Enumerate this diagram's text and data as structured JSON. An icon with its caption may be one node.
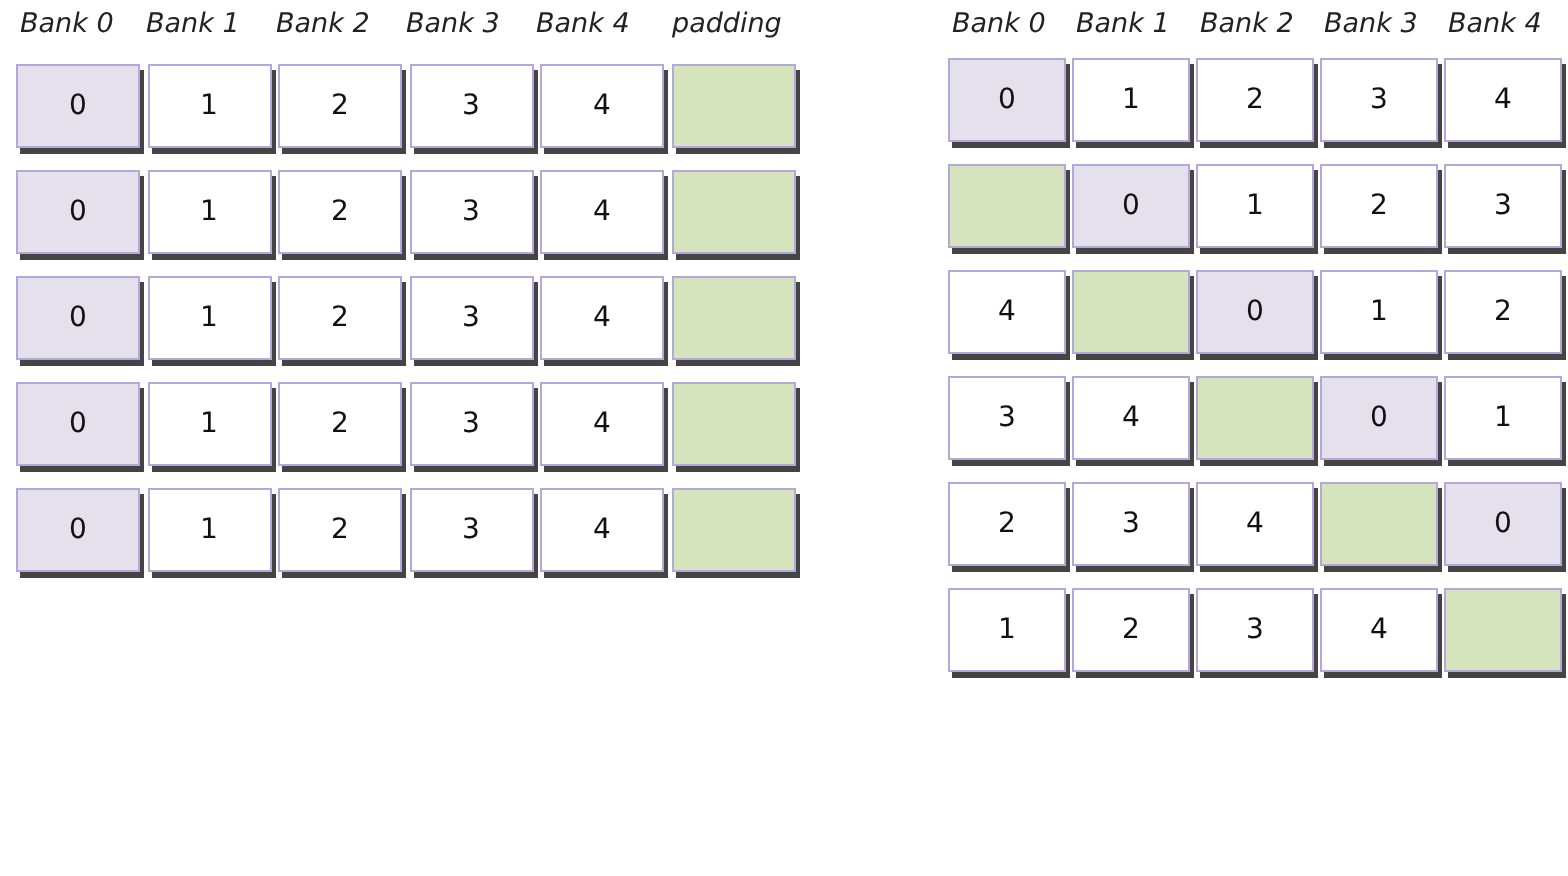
{
  "diagram": {
    "nodes": [
      {
        "text": [
          "0"
        ]
      },
      {
        "text": [
          "1"
        ]
      },
      {
        "text": [
          "2"
        ]
      },
      {
        "text": [
          "3"
        ]
      },
      {
        "text": [
          "4"
        ]
      },
      {
        "text": [],
        "shape": "box"
      },
      {
        "text": [
          "0"
        ]
      },
      {
        "text": [
          "1"
        ]
      },
      {
        "text": [
          "2"
        ]
      },
      {
        "text": [
          "3"
        ]
      },
      {
        "text": [
          "4"
        ]
      },
      {
        "text": [],
        "shape": "box"
      },
      {
        "text": [
          "0"
        ]
      },
      {
        "text": [
          "1"
        ]
      },
      {
        "text": [
          "2"
        ]
      },
      {
        "text": [
          "3"
        ]
      },
      {
        "text": [
          "4"
        ]
      },
      {
        "text": [],
        "shape": "box"
      },
      {
        "text": [
          "0"
        ]
      },
      {
        "text": [
          "1"
        ]
      },
      {
        "text": [
          "2"
        ]
      },
      {
        "text": [
          "3"
        ]
      },
      {
        "text": [
          "4"
        ]
      },
      {
        "text": [],
        "shape": "box"
      },
      {
        "text": [
          "0"
        ]
      },
      {
        "text": [
          "1"
        ]
      },
      {
        "text": [
          "2"
        ]
      },
      {
        "text": [
          "3"
        ]
      },
      {
        "text": [
          "4"
        ]
      },
      {
        "text": [],
        "shape": "box"
      },
      {
        "text": [
          "0"
        ]
      },
      {
        "text": [
          "1"
        ]
      },
      {
        "text": [
          "2"
        ]
      },
      {
        "text": [
          "3"
        ]
      },
      {
        "text": [
          "4"
        ]
      },
      {
        "text": [],
        "shape": "box"
      },
      {
        "text": [
          "0"
        ]
      },
      {
        "text": [
          "1"
        ]
      },
      {
        "text": [
          "2"
        ]
      },
      {
        "text": [
          "3"
        ]
      },
      {
        "text": [
          "4"
        ]
      },
      {
        "text": [],
        "shape": "box"
      },
      {
        "text": [
          "0"
        ]
      },
      {
        "text": [
          "1"
        ]
      },
      {
        "text": [
          "2"
        ]
      },
      {
        "text": [
          "3"
        ]
      },
      {
        "text": [
          "4"
        ]
      },
      {
        "text": [],
        "shape": "box"
      },
      {
        "text": [
          "0"
        ]
      },
      {
        "text": [
          "1"
        ]
      },
      {
        "text": [
          "2"
        ]
      },
      {
        "text": [
          "3"
        ]
      },
      {
        "text": [
          "4"
        ]
      },
      {
        "text": [],
        "shape": "box"
      },
      {
        "text": [
          "0"
        ]
      },
      {
        "text": [
          "1"
        ]
      },
      {
        "text": [
          "2"
        ]
      },
      {
        "text": [
          "3"
        ]
      },
      {
        "text": [
          "4"
        ]
      },
      {
        "text": [],
        "shape": "box"
      }
    ],
    "labels": [
      "Bank 0",
      "Bank 1",
      "Bank 2",
      "Bank 3",
      "Bank 4",
      "padding",
      "Bank 0",
      "Bank 1",
      "Bank 2",
      "Bank 3",
      "Bank 4"
    ]
  }
}
